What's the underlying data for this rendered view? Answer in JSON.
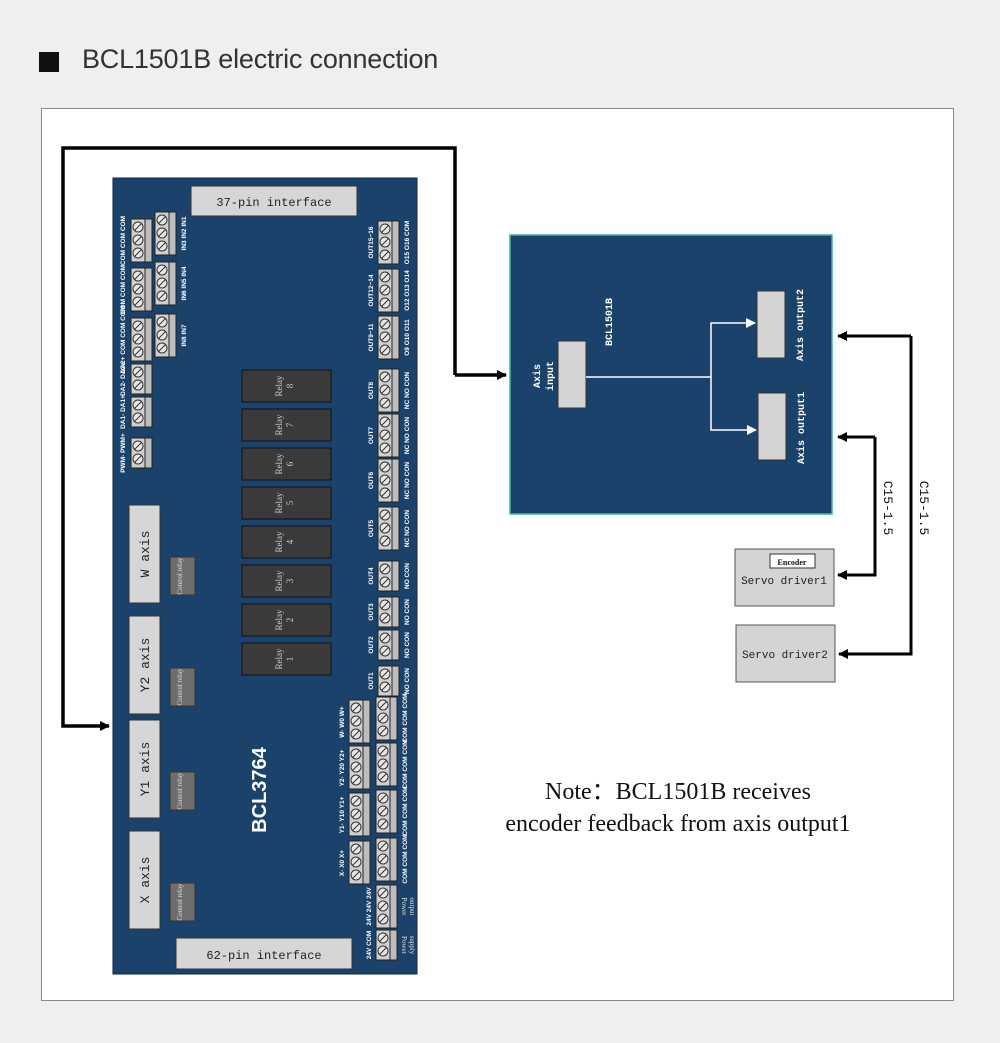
{
  "page": {
    "title": "BCL1501B electric connection",
    "note_line1": "Note：BCL1501B receives",
    "note_line2": "encoder feedback from axis output1"
  },
  "colors": {
    "board": "#1b426b",
    "connector": "#cfcfcf",
    "relay": "#3a3a3a",
    "control_relay": "#6e6e6e",
    "panel": "#d4d4d4",
    "wire": "#000000",
    "board_border_bcl1501b": "#3cb89a"
  },
  "bcl3764": {
    "name": "BCL3764",
    "top_interface": "37-pin interface",
    "bottom_interface": "62-pin interface",
    "axes": [
      {
        "label": "W axis",
        "relay": "Control relay"
      },
      {
        "label": "Y2 axis",
        "relay": "Control relay"
      },
      {
        "label": "Y1 axis",
        "relay": "Control relay"
      },
      {
        "label": "X axis",
        "relay": "Control relay"
      }
    ],
    "relays": [
      {
        "label": "Relay",
        "num": "8"
      },
      {
        "label": "Relay",
        "num": "7"
      },
      {
        "label": "Relay",
        "num": "6"
      },
      {
        "label": "Relay",
        "num": "5"
      },
      {
        "label": "Relay",
        "num": "4"
      },
      {
        "label": "Relay",
        "num": "3"
      },
      {
        "label": "Relay",
        "num": "2"
      },
      {
        "label": "Relay",
        "num": "1"
      }
    ],
    "left_connectors": [
      {
        "outer": "COM COM COM",
        "inner": "IN3 IN2 IN1"
      },
      {
        "outer": "COM COM COM",
        "inner": "IN6 IN5 IN4"
      },
      {
        "outer": "DA2+ COM COM COM",
        "inner": "IN8 IN7"
      },
      {
        "outer": "DA2- DA2+",
        "inner": ""
      },
      {
        "outer": "DA1- DA1+",
        "inner": ""
      },
      {
        "outer": "PWM- PWM+",
        "inner": ""
      }
    ],
    "right_connectors": [
      {
        "title": "OUT15~16",
        "pins": "O15 O16 COM"
      },
      {
        "title": "OUT12~14",
        "pins": "O12 O13 O14"
      },
      {
        "title": "OUT9~11",
        "pins": "O9 O10 O11"
      },
      {
        "title": "OUT8",
        "pins": "NC NO CON"
      },
      {
        "title": "OUT7",
        "pins": "NC NO CON"
      },
      {
        "title": "OUT6",
        "pins": "NC NO CON"
      },
      {
        "title": "OUT5",
        "pins": "NC NO CON"
      },
      {
        "title": "OUT4",
        "pins": "NO CON"
      },
      {
        "title": "OUT3",
        "pins": "NO CON"
      },
      {
        "title": "OUT2",
        "pins": "NO CON"
      },
      {
        "title": "OUT1",
        "pins": "NO CON"
      }
    ],
    "axis_connectors": [
      {
        "signal": "W- W0 W+",
        "com": "COM COM COM"
      },
      {
        "signal": "Y2- Y20 Y2+",
        "com": "COM COM COM"
      },
      {
        "signal": "Y1- Y10 Y1+",
        "com": "COM COM COM"
      },
      {
        "signal": "X- X0 X+",
        "com": "COM COM COM"
      }
    ],
    "power": [
      {
        "pins": "24V 24V 24V",
        "label1": "Power",
        "label2": "output"
      },
      {
        "pins": "24V COM",
        "label1": "Power",
        "label2": "supply"
      }
    ]
  },
  "bcl1501b": {
    "name": "BCL1501B",
    "input_label1": "Axis",
    "input_label2": "input",
    "output1": "Axis output1",
    "output2": "Axis output2"
  },
  "servo": {
    "driver1": "Servo driver1",
    "encoder": "Encoder",
    "driver2": "Servo driver2"
  },
  "cables": {
    "cable1": "C15-1.5",
    "cable2": "C15-1.5"
  }
}
